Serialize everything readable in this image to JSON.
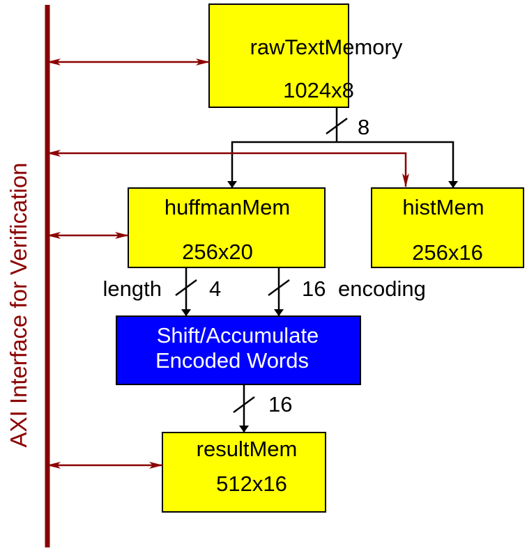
{
  "bus": {
    "label": "AXI Interface for Verification",
    "color": "#8b0000"
  },
  "blocks": {
    "raw": {
      "name": "rawTextMemory",
      "size": "1024x8"
    },
    "huffman": {
      "name": "huffmanMem",
      "size": "256x20"
    },
    "hist": {
      "name": "histMem",
      "size": "256x16"
    },
    "shift": {
      "line1": "Shift/Accumulate",
      "line2": "Encoded Words"
    },
    "result": {
      "name": "resultMem",
      "size": "512x16"
    }
  },
  "buses": {
    "raw_out_width": "8",
    "length_label": "length",
    "length_width": "4",
    "encoding_width": "16",
    "encoding_label": "encoding",
    "shift_out_width": "16"
  },
  "colors": {
    "memory_fill": "#ffff00",
    "logic_fill": "#0000ff",
    "axi": "#8b0000"
  }
}
